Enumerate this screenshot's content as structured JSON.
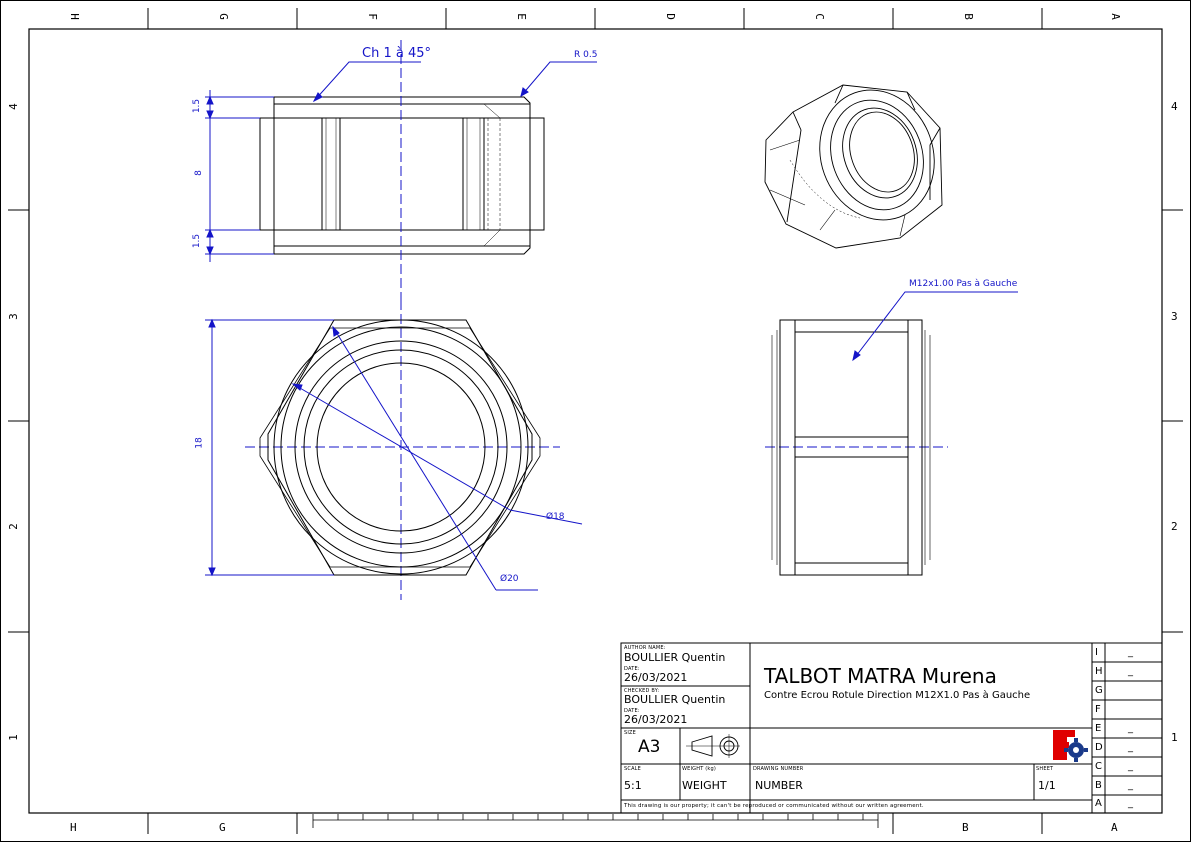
{
  "zones": {
    "columns": [
      "H",
      "G",
      "F",
      "E",
      "D",
      "C",
      "B",
      "A"
    ],
    "rows": [
      "4",
      "3",
      "2",
      "1"
    ]
  },
  "dimensions": {
    "chamfer": "Ch 1 à 45°",
    "radius": "R 0.5",
    "t1": "1.5",
    "t2": "8",
    "t3": "1.5",
    "across_flats": "18",
    "dia18": "Ø18",
    "dia20": "Ø20",
    "thread": "M12x1.00 Pas à Gauche"
  },
  "title_block": {
    "author_label": "AUTHOR NAME:",
    "author": "BOULLIER Quentin",
    "date_label": "DATE:",
    "date": "26/03/2021",
    "checked_label": "CHECKED BY:",
    "checked": "BOULLIER Quentin",
    "checked_date_label": "DATE:",
    "checked_date": "26/03/2021",
    "size_label": "SIZE",
    "size": "A3",
    "title": "TALBOT MATRA Murena",
    "subtitle": "Contre Ecrou Rotule Direction M12X1.0 Pas à Gauche",
    "scale_label": "SCALE",
    "scale": "5:1",
    "weight_label": "WEIGHT (kg)",
    "weight": "WEIGHT",
    "drawing_number_label": "DRAWING NUMBER",
    "drawing_number": "NUMBER",
    "sheet_label": "SHEET",
    "sheet": "1/1",
    "notice": "This drawing is our property; it can't be reproduced or communicated without our written agreement."
  },
  "revisions": [
    {
      "letter": "I",
      "value": "_"
    },
    {
      "letter": "H",
      "value": "_"
    },
    {
      "letter": "G",
      "value": ""
    },
    {
      "letter": "F",
      "value": ""
    },
    {
      "letter": "E",
      "value": "_"
    },
    {
      "letter": "D",
      "value": "_"
    },
    {
      "letter": "C",
      "value": "_"
    },
    {
      "letter": "B",
      "value": "_"
    },
    {
      "letter": "A",
      "value": "_"
    }
  ],
  "colors": {
    "line": "#000000",
    "dimension": "#1414c8",
    "logo_red": "#e00000",
    "logo_blue": "#1a3a8a"
  }
}
